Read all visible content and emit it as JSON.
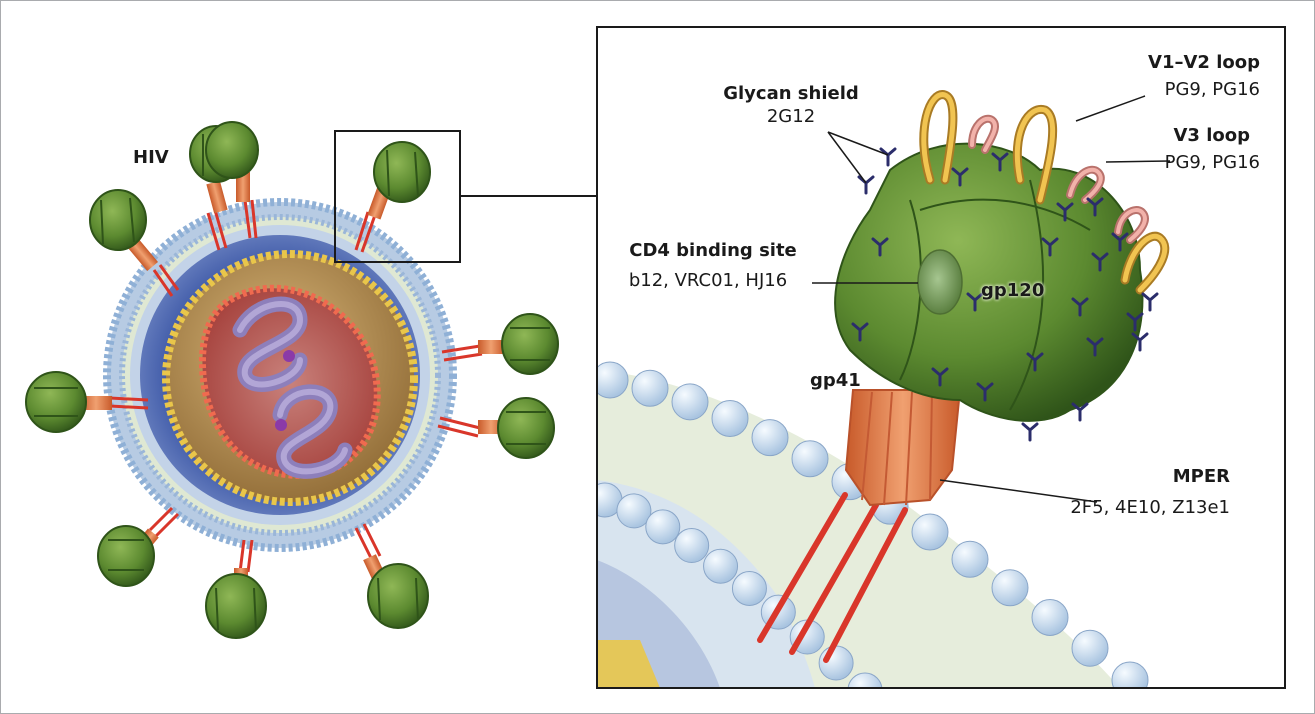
{
  "left_panel": {
    "virus_label": "HIV"
  },
  "callouts": {
    "glycan_shield": {
      "title": "Glycan shield",
      "antibodies": "2G12"
    },
    "v1v2_loop": {
      "title": "V1–V2 loop",
      "antibodies": "PG9, PG16"
    },
    "v3_loop": {
      "title": "V3 loop",
      "antibodies": "PG9, PG16"
    },
    "cd4_site": {
      "title": "CD4 binding site",
      "antibodies": "b12, VRC01, HJ16"
    },
    "gp120": {
      "title": "gp120"
    },
    "gp41": {
      "title": "gp41"
    },
    "mper": {
      "title": "MPER",
      "antibodies": "2F5, 4E10, Z13e1"
    }
  },
  "colors": {
    "envelope_green": "#5e8a32",
    "stalk_orange": "#e27a45",
    "tail_red": "#d9362a",
    "membrane_blue": "#a9c4e0",
    "core_gold": "#c8a35a",
    "capsid_yellow": "#e9c64a",
    "rna_purple": "#9b8cc0",
    "glycan_navy": "#2b2d6b",
    "v1v2_gold": "#e8b54a",
    "v3_pink": "#e9a19a"
  }
}
